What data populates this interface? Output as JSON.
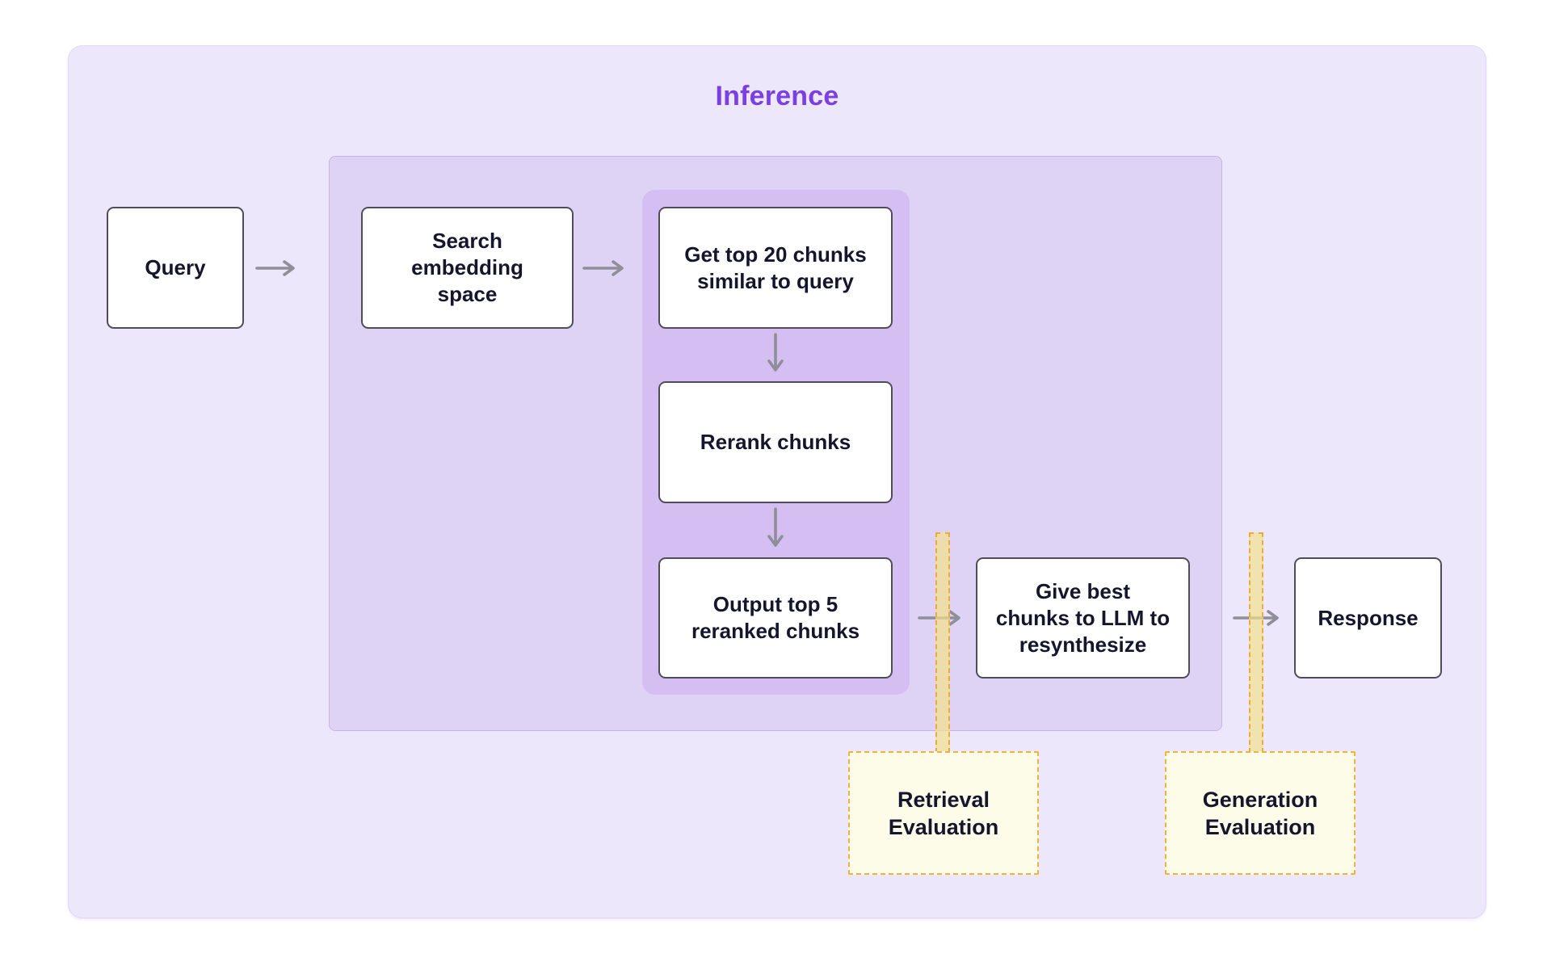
{
  "diagram": {
    "title": "Inference",
    "nodes": {
      "query": "Query",
      "search_embedding": "Search\nembedding\nspace",
      "get_top_20": "Get top 20 chunks\nsimilar to query",
      "rerank": "Rerank chunks",
      "output_top_5": "Output top 5\nreranked chunks",
      "give_best": "Give best\nchunks to LLM to\nresynthesize",
      "response": "Response"
    },
    "evaluations": {
      "retrieval": "Retrieval\nEvaluation",
      "generation": "Generation\nEvaluation"
    },
    "colors": {
      "title_accent": "#7B3FE4",
      "outer_container_bg": "#ECE7FA",
      "middle_container_bg": "#DFD3F5",
      "inner_container_bg": "#D4BEF2",
      "node_bg": "#FFFFFF",
      "node_border": "#4F4E58",
      "node_text": "#15152E",
      "arrow": "#8F8E99",
      "eval_band_fill": "#F3E287",
      "eval_dash": "#F0A93C",
      "eval_box_bg": "#FCFCE9",
      "eval_box_border": "#EFB23F"
    }
  }
}
